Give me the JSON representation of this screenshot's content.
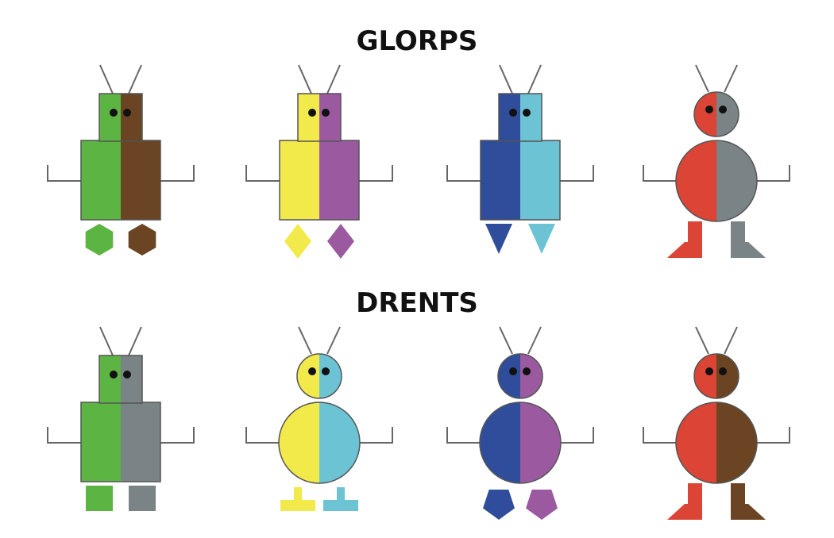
{
  "groups": [
    {
      "title": "GLORPS",
      "creatures": [
        {
          "head": "square",
          "body": "rect",
          "feet": "hexagon",
          "left_color": "#5cb443",
          "right_color": "#6b4423"
        },
        {
          "head": "square",
          "body": "rect",
          "feet": "diamond",
          "left_color": "#f2ea4a",
          "right_color": "#9b5aa0"
        },
        {
          "head": "square",
          "body": "rect",
          "feet": "triangle",
          "left_color": "#2f4d9a",
          "right_color": "#6cc3d4"
        },
        {
          "head": "circle",
          "body": "circle",
          "feet": "boot",
          "left_color": "#dc4435",
          "right_color": "#7a8385"
        }
      ]
    },
    {
      "title": "DRENTS",
      "creatures": [
        {
          "head": "square",
          "body": "rect",
          "feet": "square",
          "left_color": "#5cb443",
          "right_color": "#7a8385"
        },
        {
          "head": "circle",
          "body": "circle",
          "feet": "t-shape",
          "left_color": "#f2ea4a",
          "right_color": "#6cc3d4"
        },
        {
          "head": "circle",
          "body": "circle",
          "feet": "pentagon",
          "left_color": "#2f4d9a",
          "right_color": "#9b5aa0"
        },
        {
          "head": "circle",
          "body": "circle",
          "feet": "boot",
          "left_color": "#dc4435",
          "right_color": "#6b4423"
        }
      ]
    }
  ],
  "colors": {
    "outline": "#555555",
    "eye": "#111111",
    "antenna": "#666666"
  }
}
